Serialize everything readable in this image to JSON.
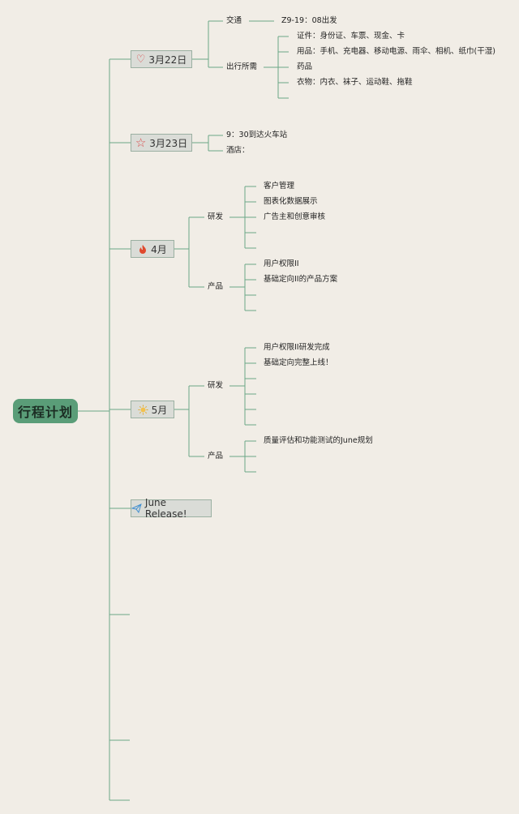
{
  "title": "行程计划",
  "colors": {
    "line": "#6aa687",
    "root_bg": "#5a9d78",
    "node_bg": "#dadcd7",
    "node_border": "#9bb0a2",
    "bg": "#f1ede6"
  },
  "nodes": {
    "n1": {
      "label": "3月22日",
      "icon": "heart-icon"
    },
    "n2": {
      "label": "3月23日",
      "icon": "star-icon"
    },
    "n3": {
      "label": "4月",
      "icon": "fire-icon"
    },
    "n4": {
      "label": "5月",
      "icon": "sun-icon"
    },
    "n5": {
      "label": "June Release!",
      "icon": "paper-plane-icon"
    }
  },
  "mar22": {
    "transport": "交通",
    "transport_detail": "Z9-19：08出发",
    "needs": "出行所需",
    "needs_items": [
      "证件：身份证、车票、现金、卡",
      "用品：手机、充电器、移动电源、雨伞、相机、纸巾(干湿)",
      "药品",
      "衣物：内衣、袜子、运动鞋、拖鞋"
    ]
  },
  "mar23": {
    "items": [
      "9：30到达火车站",
      "酒店："
    ]
  },
  "apr": {
    "dev": "研发",
    "dev_items": [
      "客户管理",
      "图表化数据展示",
      "广告主和创意审核"
    ],
    "product": "产品",
    "product_items": [
      "用户权限II",
      "基础定向II的产品方案"
    ]
  },
  "may": {
    "dev": "研发",
    "dev_items": [
      "用户权限II研发完成",
      "基础定向完整上线！"
    ],
    "product": "产品",
    "product_items": [
      "质量评估和功能测试的June规划"
    ]
  }
}
